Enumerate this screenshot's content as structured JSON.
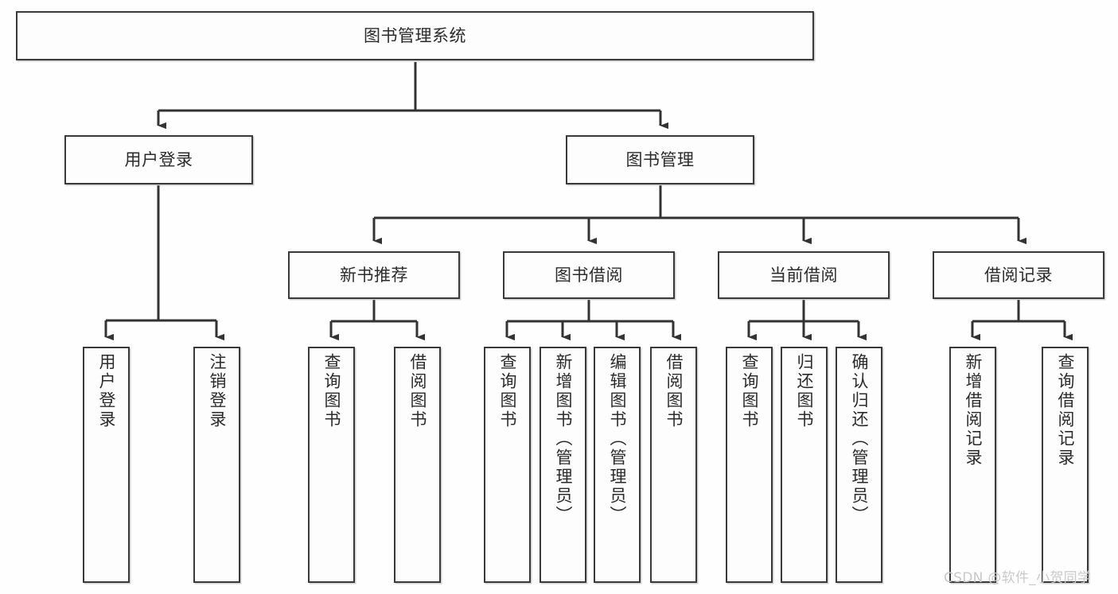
{
  "diagram": {
    "type": "tree-hierarchy-chart",
    "title": "图书管理系统",
    "colors": {
      "box_border": "#3a3a3a",
      "box_fill": "#fdfdfd",
      "connector": "#333333",
      "text": "#2b2b2b",
      "watermark": "#c9c9c9",
      "background": "#fefefe"
    },
    "root": {
      "label": "图书管理系统"
    },
    "level2": [
      {
        "label": "用户登录"
      },
      {
        "label": "图书管理"
      }
    ],
    "level3": [
      {
        "label": "新书推荐"
      },
      {
        "label": "图书借阅"
      },
      {
        "label": "当前借阅"
      },
      {
        "label": "借阅记录"
      }
    ],
    "leaves": {
      "user_login": [
        {
          "label": "用户登录"
        },
        {
          "label": "注销登录"
        }
      ],
      "new_book_recommend": [
        {
          "label": "查询图书"
        },
        {
          "label": "借阅图书"
        }
      ],
      "book_borrow": [
        {
          "label": "查询图书"
        },
        {
          "label": "新增图书（管理员）"
        },
        {
          "label": "编辑图书（管理员）"
        },
        {
          "label": "借阅图书"
        }
      ],
      "current_borrow": [
        {
          "label": "查询图书"
        },
        {
          "label": "归还图书"
        },
        {
          "label": "确认归还（管理员）"
        }
      ],
      "borrow_record": [
        {
          "label": "新增借阅记录"
        },
        {
          "label": "查询借阅记录"
        }
      ]
    }
  },
  "watermark": {
    "text": "CSDN @软件_小贺同学"
  }
}
